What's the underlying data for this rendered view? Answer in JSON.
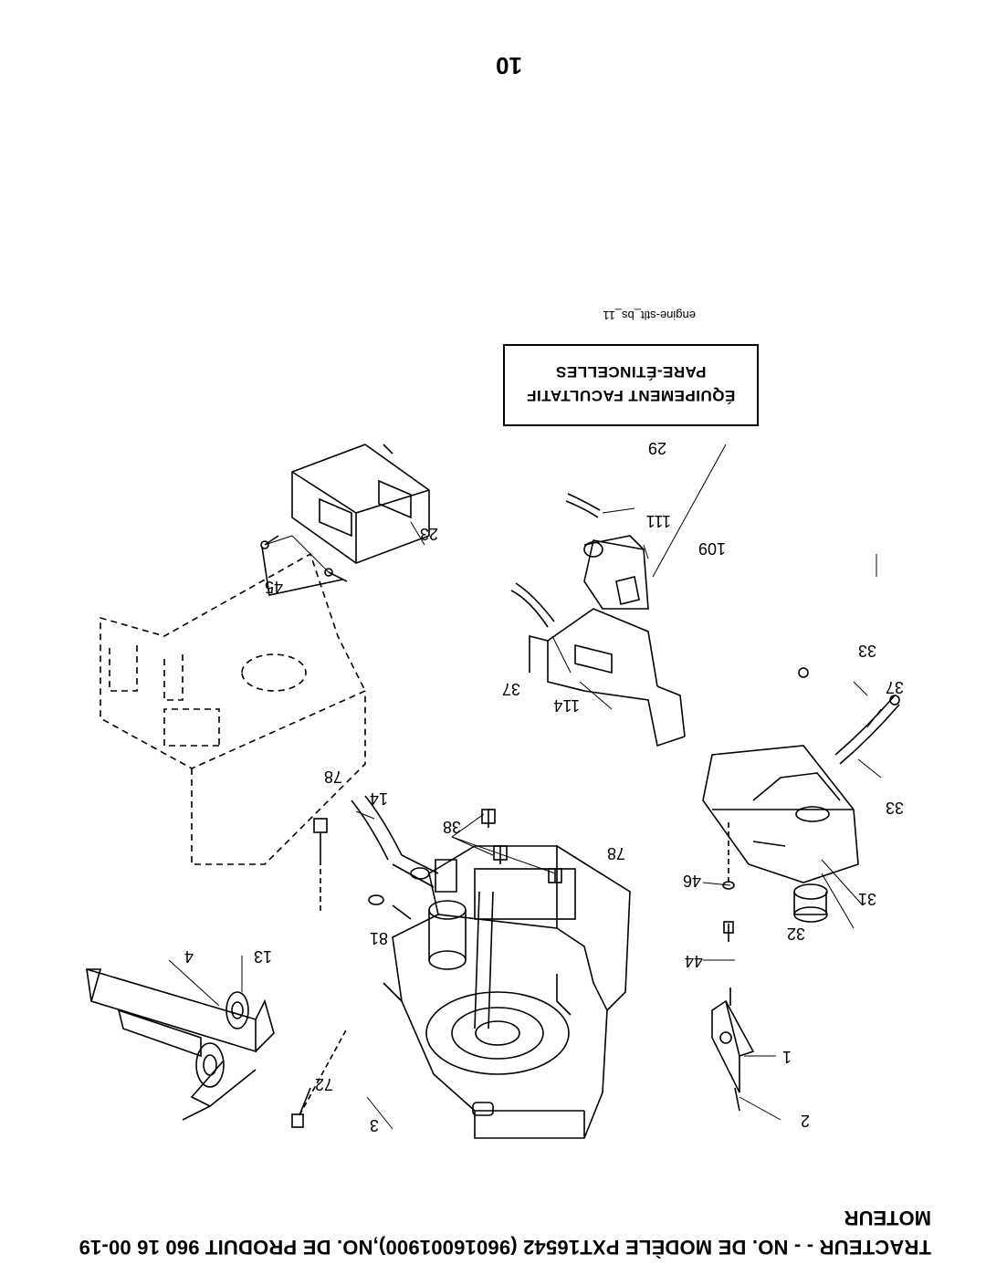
{
  "header": {
    "line1": "TRACTEUR - - NO. DE MODÈLE PXT16542 (96016001900),NO. DE PRODUIT 960 16 00-19",
    "line2": "MOTEUR"
  },
  "page_number": "10",
  "note_box": {
    "line1": "ÉQUIPEMENT FACULTATIF",
    "line2": "PARE-ÉTINCELLES"
  },
  "figure_id": "engine-stlt_bs_11",
  "callouts": {
    "c1": "1",
    "c2": "2",
    "c3": "3",
    "c4": "4",
    "c13": "13",
    "c14": "14",
    "c23": "23",
    "c29": "29",
    "c31": "31",
    "c32": "32",
    "c33a": "33",
    "c33b": "33",
    "c37a": "37",
    "c37b": "37",
    "c38": "38",
    "c44": "44",
    "c45": "45",
    "c46": "46",
    "c72": "72",
    "c78a": "78",
    "c78b": "78",
    "c81": "81",
    "c109": "109",
    "c111": "111",
    "c114": "114"
  }
}
